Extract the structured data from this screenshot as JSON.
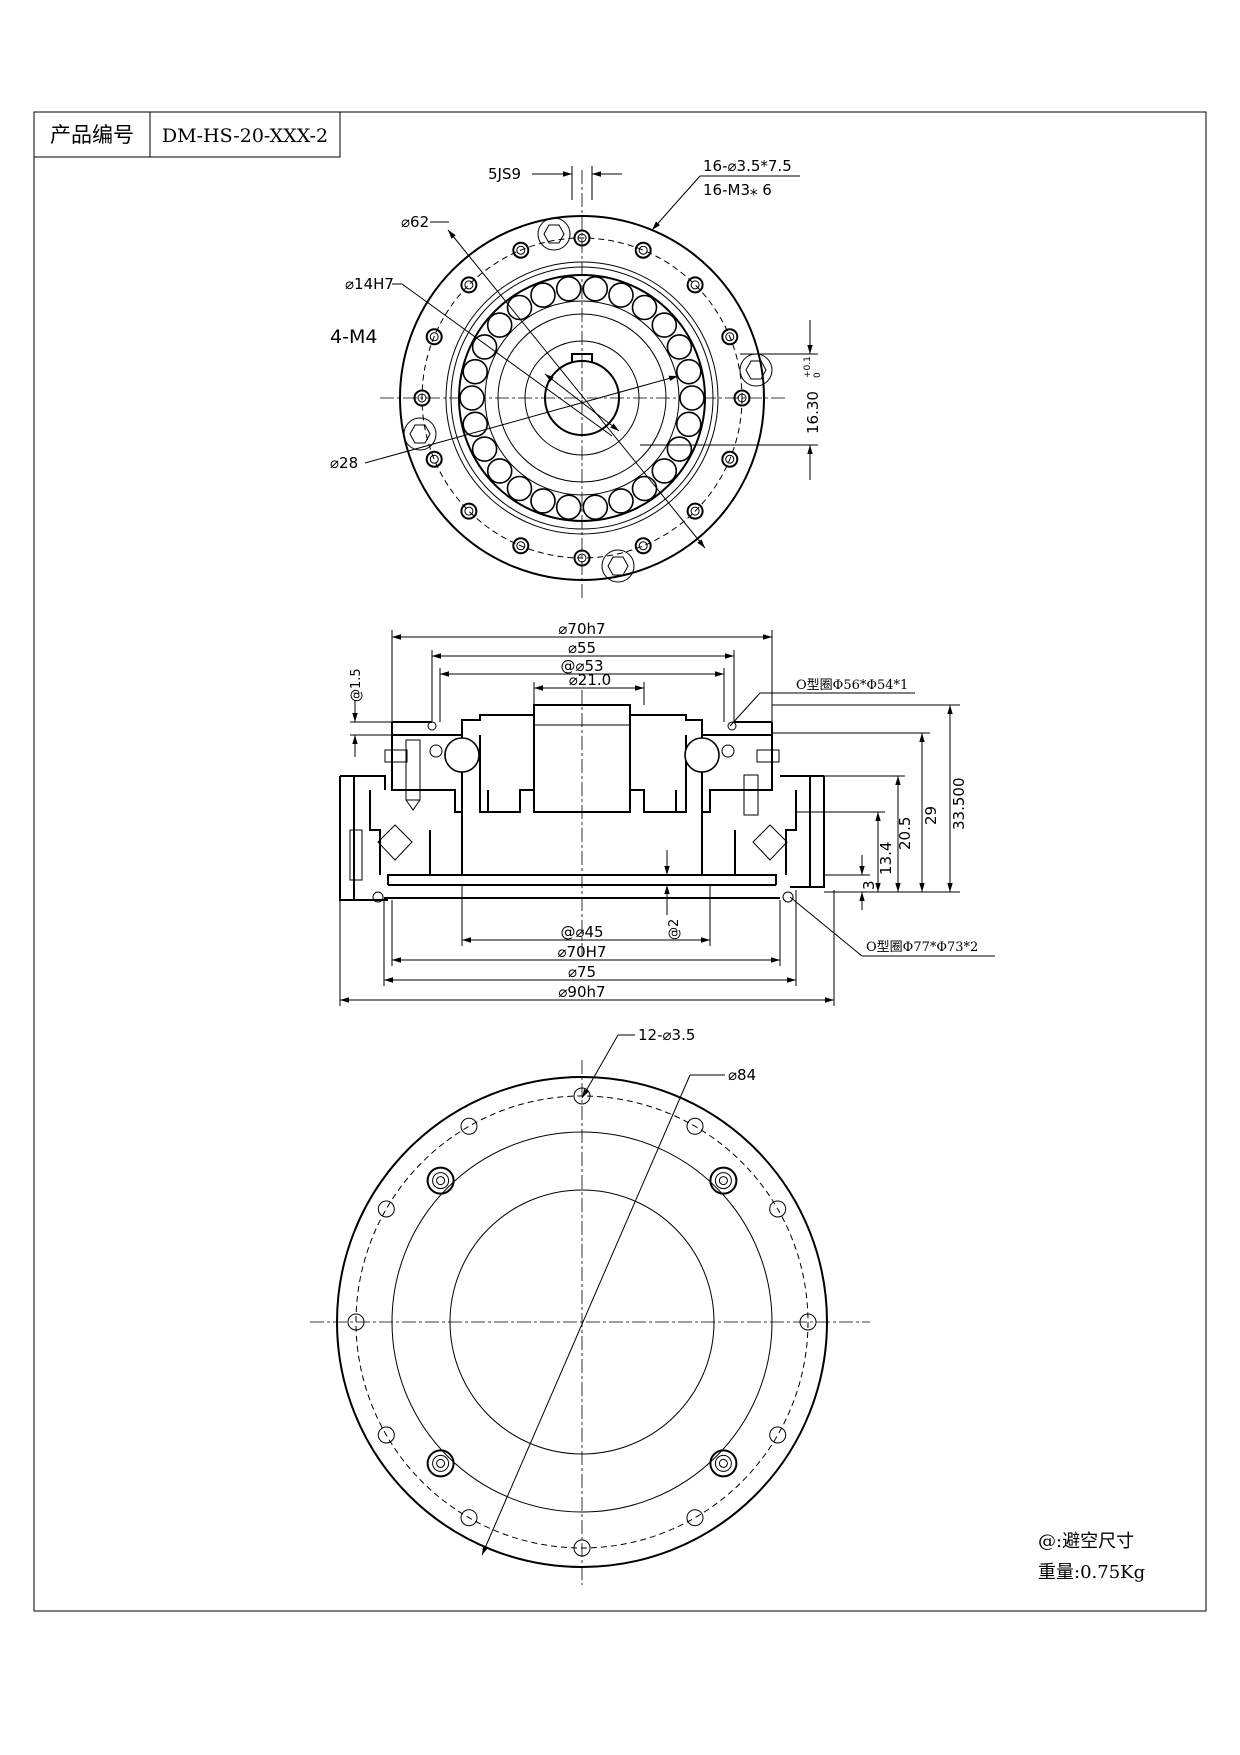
{
  "title_block": {
    "label": "产品编号",
    "part_number": "DM-HS-20-XXX-2"
  },
  "top_view": {
    "keyway": "5JS9",
    "holes_line1": "16-⌀3.5*7.5",
    "holes_line2": "16-M3⁎ 6",
    "dia_62": "⌀62",
    "bore": "⌀14H7",
    "threads": "4-M4",
    "dia_28": "⌀28",
    "key_height": "16.30",
    "key_tol_upper": "+0.1",
    "key_tol_lower": "0"
  },
  "section_view": {
    "d70h7": "⌀70h7",
    "d55": "⌀55",
    "d53": "@⌀53",
    "d21": "⌀21.0",
    "oring_top": "O型圈Φ56*Φ54*1",
    "oring_bottom": "O型圈Φ77*Φ73*2",
    "clear_1_5": "@1.5",
    "h33_5": "33.500",
    "h29": "29",
    "h20_5": "20.5",
    "h13_4": "13.4",
    "h3": "3",
    "clear_2": "@2",
    "d45": "@⌀45",
    "d70H7": "⌀70H7",
    "d75": "⌀75",
    "d90h7": "⌀90h7"
  },
  "bottom_view": {
    "holes": "12-⌀3.5",
    "pcd": "⌀84"
  },
  "notes": {
    "legend": "@:避空尺寸",
    "weight": "重量:0.75Kg"
  }
}
